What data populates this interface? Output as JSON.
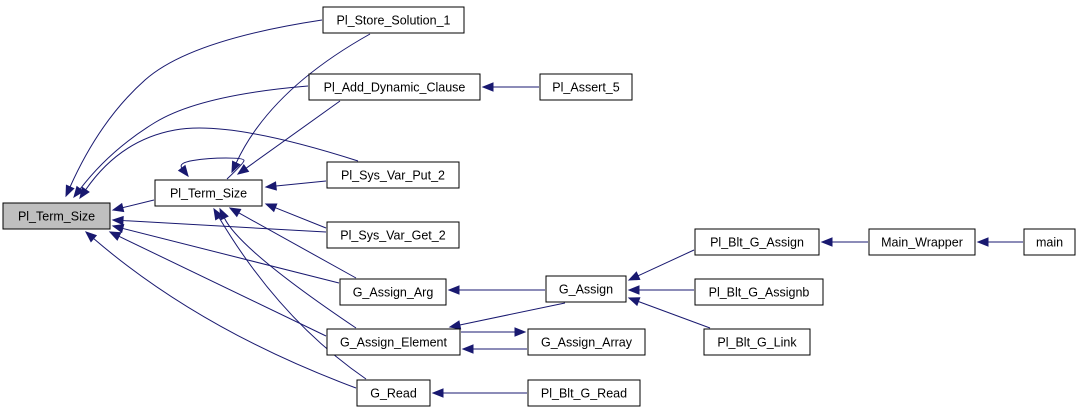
{
  "diagram": {
    "nodes": [
      {
        "id": "pl_term_size_root",
        "label": "Pl_Term_Size",
        "highlighted": true
      },
      {
        "id": "pl_term_size",
        "label": "Pl_Term_Size"
      },
      {
        "id": "pl_store_solution_1",
        "label": "Pl_Store_Solution_1"
      },
      {
        "id": "pl_add_dynamic_clause",
        "label": "Pl_Add_Dynamic_Clause"
      },
      {
        "id": "pl_assert_5",
        "label": "Pl_Assert_5"
      },
      {
        "id": "pl_sys_var_put_2",
        "label": "Pl_Sys_Var_Put_2"
      },
      {
        "id": "pl_sys_var_get_2",
        "label": "Pl_Sys_Var_Get_2"
      },
      {
        "id": "g_assign_arg",
        "label": "G_Assign_Arg"
      },
      {
        "id": "g_assign_element",
        "label": "G_Assign_Element"
      },
      {
        "id": "g_read",
        "label": "G_Read"
      },
      {
        "id": "g_assign",
        "label": "G_Assign"
      },
      {
        "id": "g_assign_array",
        "label": "G_Assign_Array"
      },
      {
        "id": "pl_blt_g_read",
        "label": "Pl_Blt_G_Read"
      },
      {
        "id": "pl_blt_g_assign",
        "label": "Pl_Blt_G_Assign"
      },
      {
        "id": "pl_blt_g_assignb",
        "label": "Pl_Blt_G_Assignb"
      },
      {
        "id": "pl_blt_g_link",
        "label": "Pl_Blt_G_Link"
      },
      {
        "id": "main_wrapper",
        "label": "Main_Wrapper"
      },
      {
        "id": "main",
        "label": "main"
      }
    ],
    "edges": [
      {
        "from": "pl_store_solution_1",
        "to": "pl_term_size_root"
      },
      {
        "from": "pl_add_dynamic_clause",
        "to": "pl_term_size_root"
      },
      {
        "from": "pl_sys_var_put_2",
        "to": "pl_term_size_root"
      },
      {
        "from": "pl_term_size",
        "to": "pl_term_size_root"
      },
      {
        "from": "pl_sys_var_get_2",
        "to": "pl_term_size_root"
      },
      {
        "from": "g_assign_arg",
        "to": "pl_term_size_root"
      },
      {
        "from": "g_assign_element",
        "to": "pl_term_size_root"
      },
      {
        "from": "g_read",
        "to": "pl_term_size_root"
      },
      {
        "from": "pl_term_size",
        "to": "pl_term_size"
      },
      {
        "from": "pl_store_solution_1",
        "to": "pl_term_size"
      },
      {
        "from": "pl_add_dynamic_clause",
        "to": "pl_term_size"
      },
      {
        "from": "pl_sys_var_put_2",
        "to": "pl_term_size"
      },
      {
        "from": "pl_sys_var_get_2",
        "to": "pl_term_size"
      },
      {
        "from": "g_assign_arg",
        "to": "pl_term_size"
      },
      {
        "from": "g_assign_element",
        "to": "pl_term_size"
      },
      {
        "from": "g_read",
        "to": "pl_term_size"
      },
      {
        "from": "pl_assert_5",
        "to": "pl_add_dynamic_clause"
      },
      {
        "from": "g_assign",
        "to": "g_assign_arg"
      },
      {
        "from": "g_assign",
        "to": "g_assign_element"
      },
      {
        "from": "g_assign_array",
        "to": "g_assign_element"
      },
      {
        "from": "g_assign_element",
        "to": "g_assign_array"
      },
      {
        "from": "pl_blt_g_read",
        "to": "g_read"
      },
      {
        "from": "pl_blt_g_assign",
        "to": "g_assign"
      },
      {
        "from": "pl_blt_g_assignb",
        "to": "g_assign"
      },
      {
        "from": "pl_blt_g_link",
        "to": "g_assign"
      },
      {
        "from": "main_wrapper",
        "to": "pl_blt_g_assign"
      },
      {
        "from": "main",
        "to": "main_wrapper"
      }
    ],
    "colors": {
      "edge": "#191970",
      "node_border": "#000000",
      "root_fill": "#bfbfbf",
      "node_fill": "#ffffff"
    }
  }
}
